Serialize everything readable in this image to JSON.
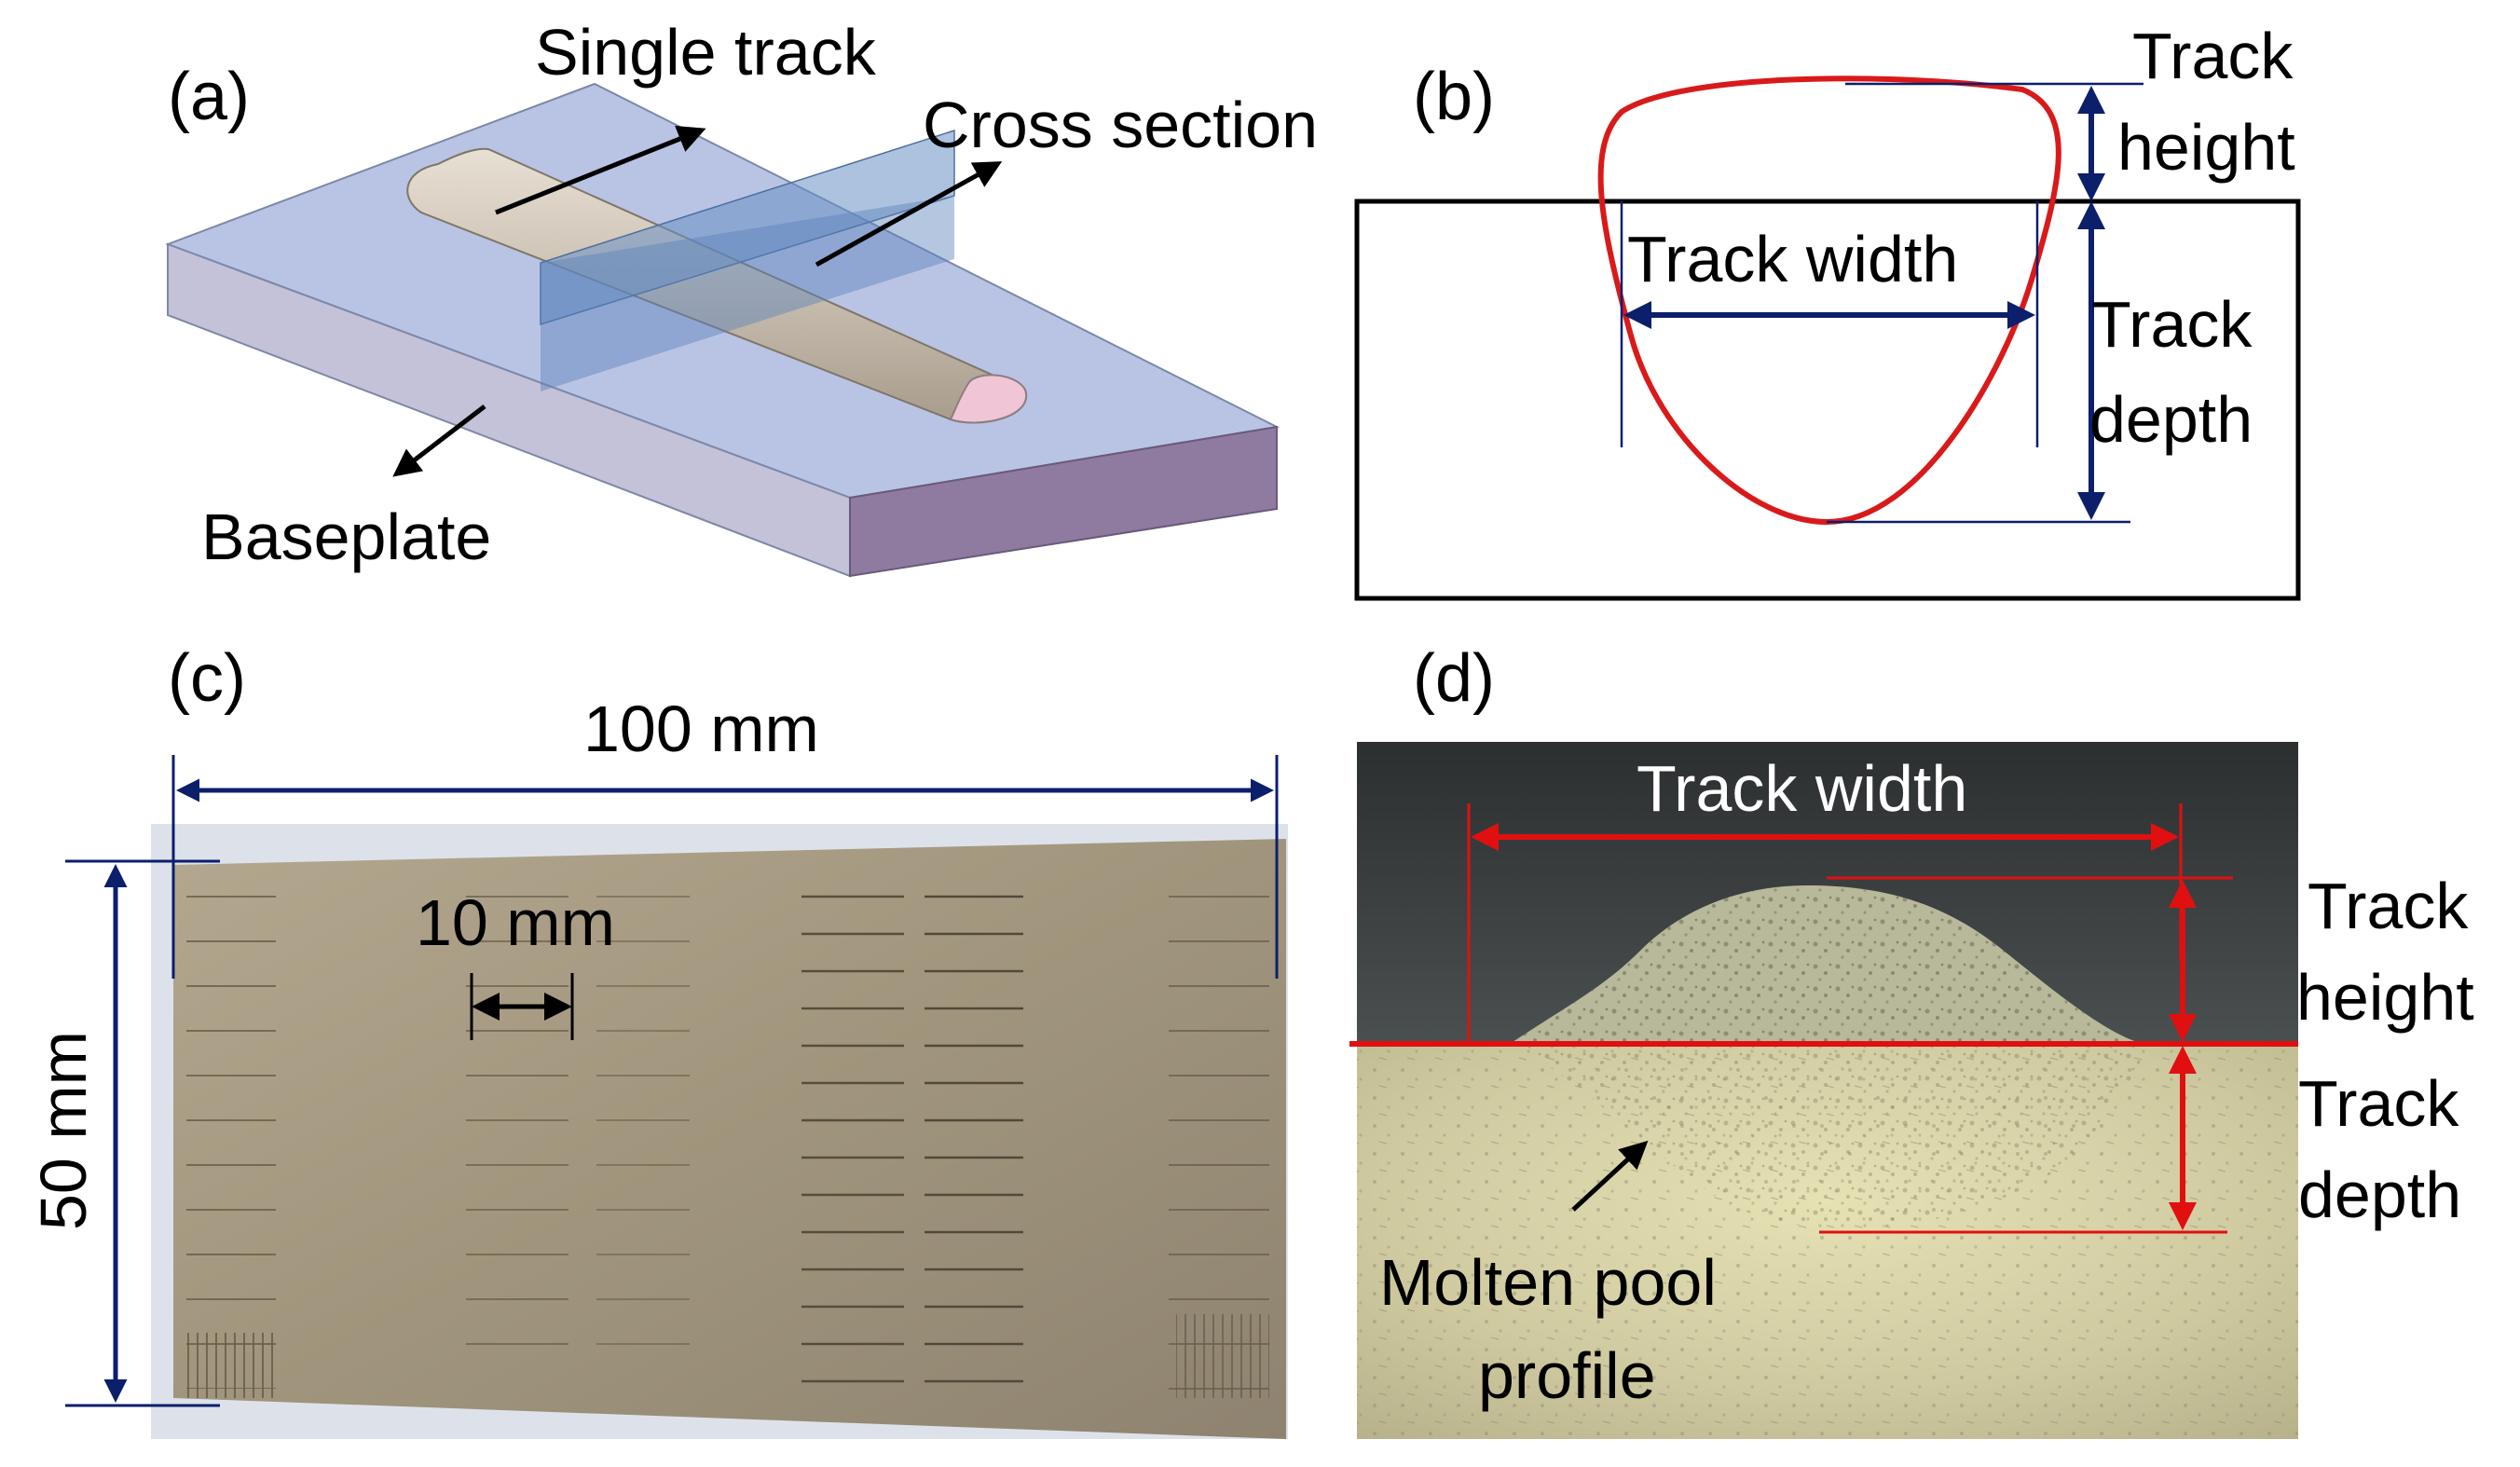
{
  "panels": {
    "a": {
      "label": "(a)",
      "single_track": "Single track",
      "cross_section": "Cross section",
      "baseplate": "Baseplate"
    },
    "b": {
      "label": "(b)",
      "track_height_1": "Track",
      "track_height_2": "height",
      "track_width": "Track width",
      "track_depth_1": "Track",
      "track_depth_2": "depth"
    },
    "c": {
      "label": "(c)",
      "length": "100 mm",
      "spacing": "10 mm",
      "height": "50 mm"
    },
    "d": {
      "label": "(d)",
      "track_width": "Track width",
      "track_height_1": "Track",
      "track_height_2": "height",
      "track_depth_1": "Track",
      "track_depth_2": "depth",
      "pool_1": "Molten pool",
      "pool_2": "profile"
    }
  },
  "colors": {
    "dimension_navy": "#0b1f6b",
    "profile_red": "#d91a1a",
    "plate_top": "#b9c4e4",
    "plate_side": "#8f7aa0",
    "track": "#ccc2b4",
    "cut_plane": "#6a8fc4",
    "metal": "#a89c86"
  }
}
